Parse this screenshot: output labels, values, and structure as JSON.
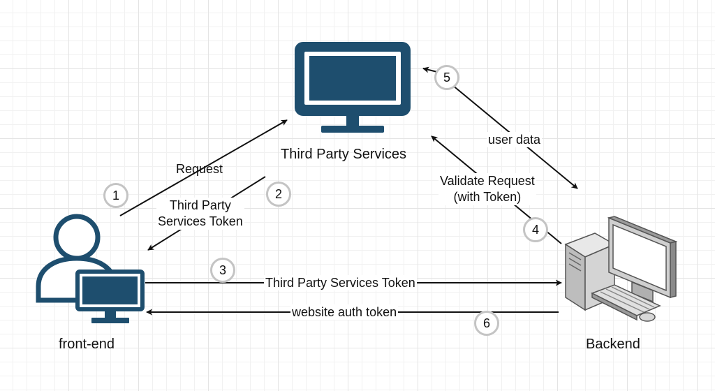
{
  "nodes": {
    "third_party": {
      "label": "Third Party Services"
    },
    "front_end": {
      "label": "front-end"
    },
    "backend": {
      "label": "Backend"
    }
  },
  "edges": {
    "request": {
      "label": "Request",
      "step": "1"
    },
    "third_party_token": {
      "line1": "Third Party",
      "line2": "Services Token",
      "step": "2"
    },
    "token_to_backend": {
      "label": "Third Party Services Token",
      "step": "3"
    },
    "validate": {
      "line1": "Validate Request",
      "line2": "(with Token)",
      "step": "4"
    },
    "user_data": {
      "label": "user data",
      "step": "5"
    },
    "auth_token": {
      "label": "website auth token",
      "step": "6"
    }
  },
  "colors": {
    "monitor": "#1e4e6e",
    "user": "#1e4e6e",
    "badge_border": "#c4c4c4",
    "arrow": "#111111",
    "grid": "#e4e4e4"
  },
  "icons": {
    "third_party": "monitor-icon",
    "front_end": "user-with-monitor-icon",
    "backend": "desktop-computer-icon"
  }
}
